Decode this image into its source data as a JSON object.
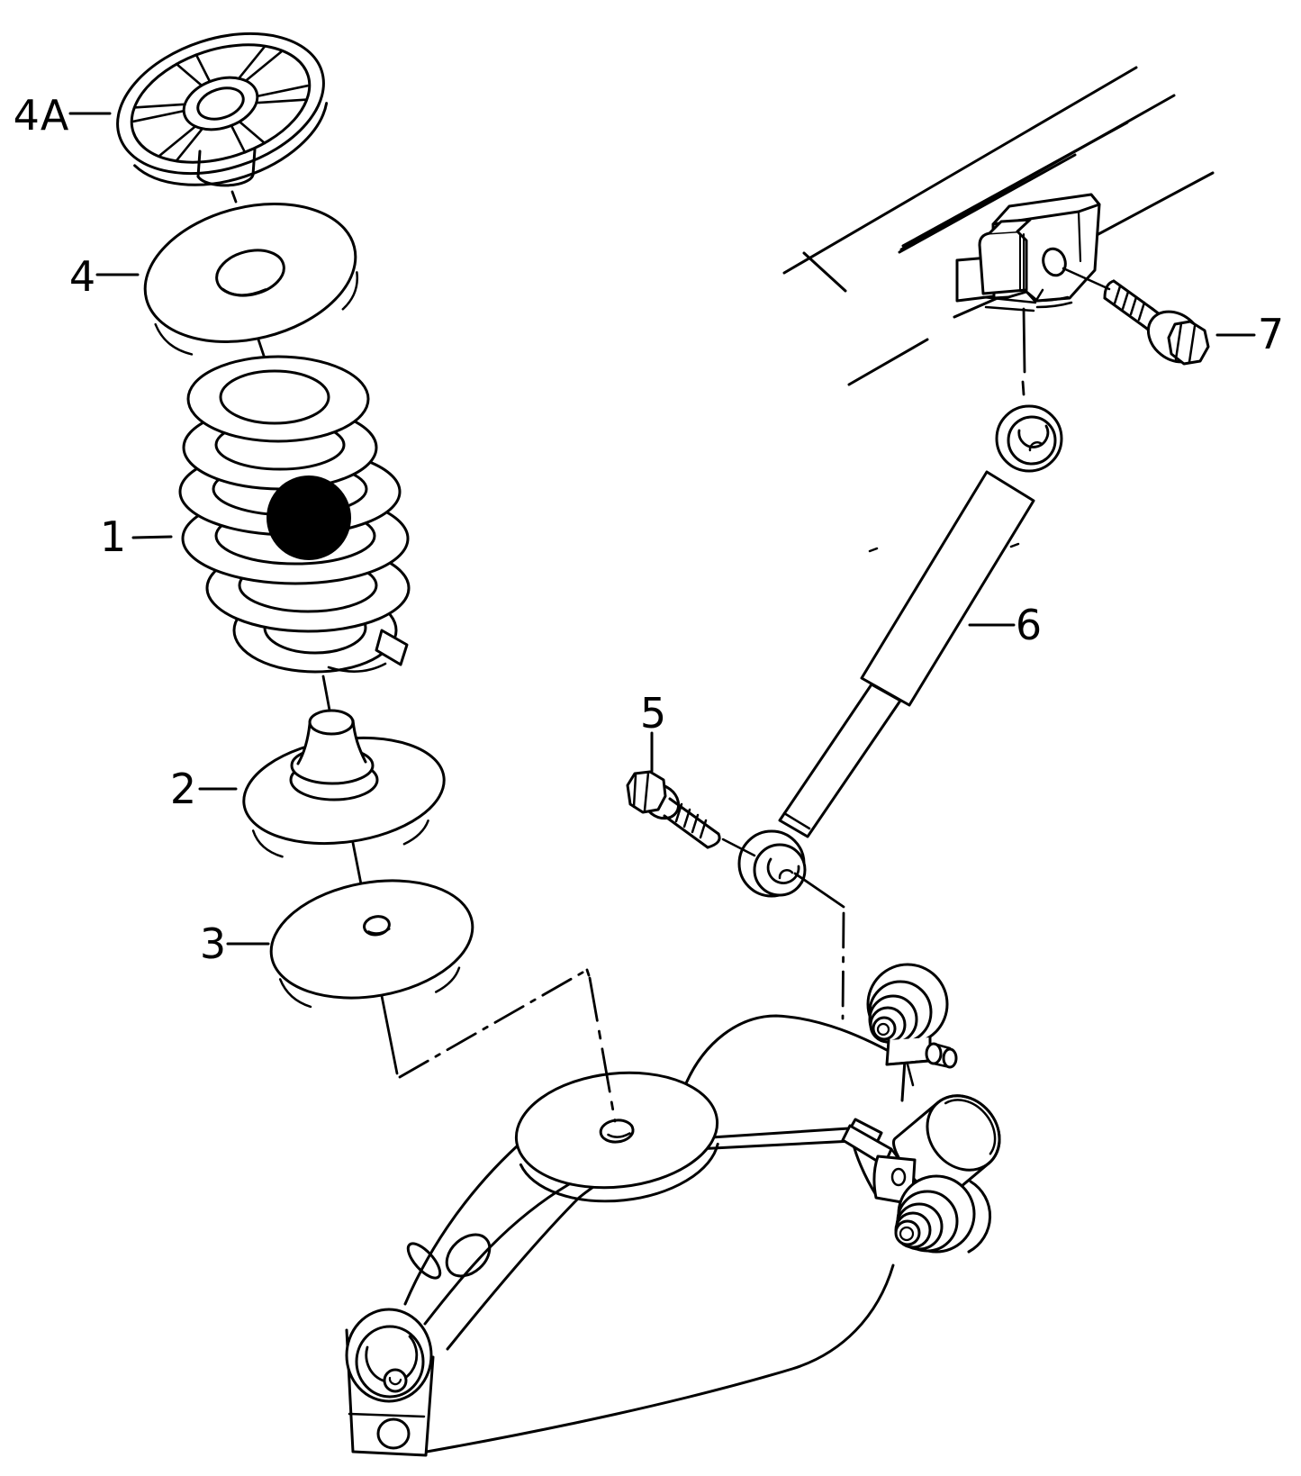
{
  "figure": {
    "kind": "exploded-parts-line-diagram",
    "background_color": "#ffffff",
    "line_color": "#000000",
    "highlight_dot_color": "#000000",
    "callouts": [
      {
        "id": "4A",
        "label": "4A"
      },
      {
        "id": "4",
        "label": "4"
      },
      {
        "id": "1",
        "label": "1"
      },
      {
        "id": "2",
        "label": "2"
      },
      {
        "id": "3",
        "label": "3"
      },
      {
        "id": "5",
        "label": "5"
      },
      {
        "id": "6",
        "label": "6"
      },
      {
        "id": "7",
        "label": "7"
      }
    ]
  }
}
